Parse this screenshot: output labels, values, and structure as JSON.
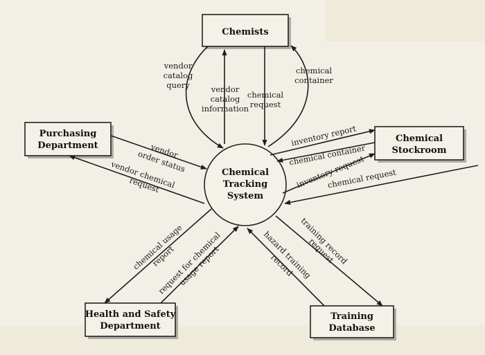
{
  "diagram": {
    "process": {
      "line1": "Chemical",
      "line2": "Tracking",
      "line3": "System"
    },
    "entities": {
      "chemists": "Chemists",
      "purchasing": {
        "line1": "Purchasing",
        "line2": "Department"
      },
      "stockroom": {
        "line1": "Chemical",
        "line2": "Stockroom"
      },
      "health": {
        "line1": "Health and Safety",
        "line2": "Department"
      },
      "training": {
        "line1": "Training",
        "line2": "Database"
      }
    },
    "flows": {
      "vendor_catalog_query": [
        "vendor",
        "catalog",
        "query"
      ],
      "vendor_catalog_information": [
        "vendor",
        "catalog",
        "information"
      ],
      "chemical_request_chemists": [
        "chemical",
        "request"
      ],
      "chemical_container_chemists": [
        "chemical",
        "container"
      ],
      "vendor_order_status": [
        "vendor",
        "order status"
      ],
      "vendor_chemical_request": [
        "vendor chemical",
        "request"
      ],
      "inventory_report": "inventory report",
      "chemical_container_stockroom": "chemical container",
      "inventory_request": "inventory request",
      "chemical_request_stockroom": "chemical request",
      "chemical_usage_report": [
        "chemical usage",
        "report"
      ],
      "request_for_chemical_usage_report": [
        "request for chemical",
        "usage report"
      ],
      "hazard_training_record": [
        "hazard training",
        "record"
      ],
      "training_record_request": [
        "training record",
        "request"
      ]
    }
  }
}
